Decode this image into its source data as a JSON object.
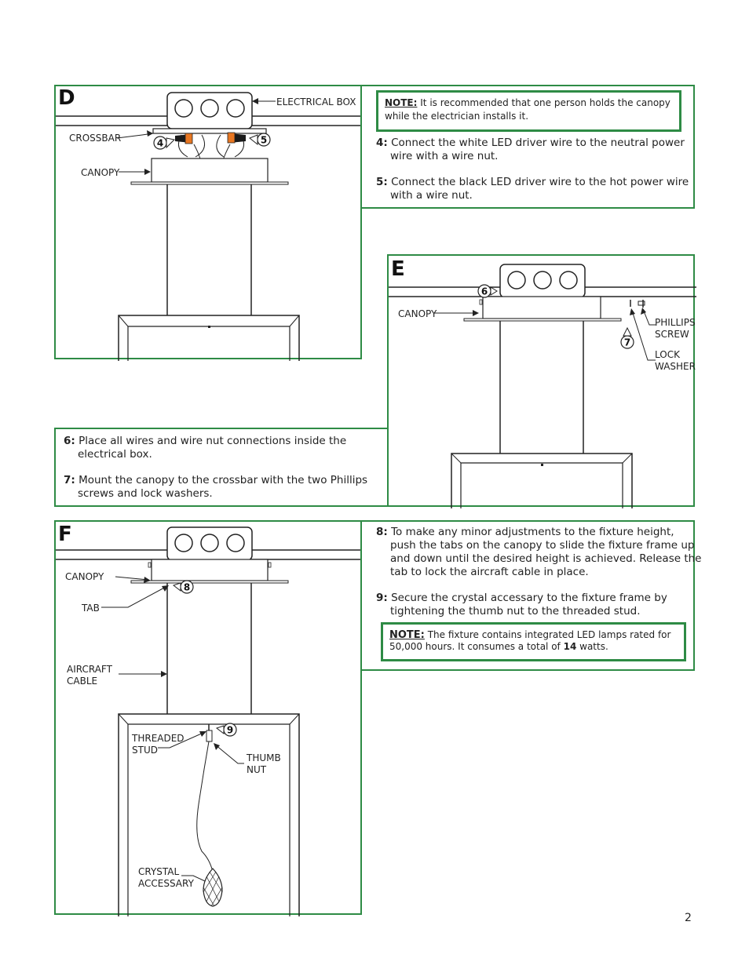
{
  "panels": {
    "d": {
      "letter": "D",
      "labels": {
        "electrical_box": "ELECTRICAL BOX",
        "crossbar": "CROSSBAR",
        "canopy": "CANOPY"
      },
      "callouts": [
        "4",
        "5"
      ],
      "note_label": "NOTE:",
      "note_text": "It is recommended that one person holds the canopy while the electrician installs it.",
      "steps": [
        {
          "num": "4:",
          "text": "Connect the white LED driver wire to the neutral power wire with a wire nut."
        },
        {
          "num": "5:",
          "text": "Connect the black LED driver wire to the hot power wire with a wire nut."
        }
      ]
    },
    "e": {
      "letter": "E",
      "labels": {
        "canopy": "CANOPY",
        "phillips_1": "PHILLIPS",
        "phillips_2": "SCREW",
        "lock_1": "LOCK",
        "lock_2": "WASHER"
      },
      "callouts": [
        "6",
        "7"
      ],
      "steps": [
        {
          "num": "6:",
          "text": "Place all wires and wire nut connections inside the electrical box."
        },
        {
          "num": "7:",
          "text": "Mount the canopy to the crossbar with the two Phillips screws and lock washers."
        }
      ]
    },
    "f": {
      "letter": "F",
      "labels": {
        "canopy": "CANOPY",
        "tab": "TAB",
        "cable_1": "AIRCRAFT",
        "cable_2": "CABLE",
        "stud_1": "THREADED",
        "stud_2": "STUD",
        "nut_1": "THUMB",
        "nut_2": "NUT",
        "crystal_1": "CRYSTAL",
        "crystal_2": "ACCESSARY"
      },
      "callouts": [
        "8",
        "9"
      ],
      "steps": [
        {
          "num": "8:",
          "text": "To make any minor adjustments to the fixture height, push the tabs on the canopy to slide the fixture frame up and down until the desired height is achieved. Release the tab to lock the aircraft cable in place."
        },
        {
          "num": "9:",
          "text": "Secure the crystal accessary to the fixture frame by tightening the thumb nut to the threaded stud."
        }
      ],
      "note_label": "NOTE:",
      "note_text_1": "The fixture contains integrated LED lamps rated for 50,000 hours. It consumes a total of",
      "note_bold": "14",
      "note_text_2": "watts."
    }
  },
  "page_number": "2",
  "colors": {
    "frame_green": "#2e8b45",
    "wire_nut_orange": "#e87722"
  }
}
